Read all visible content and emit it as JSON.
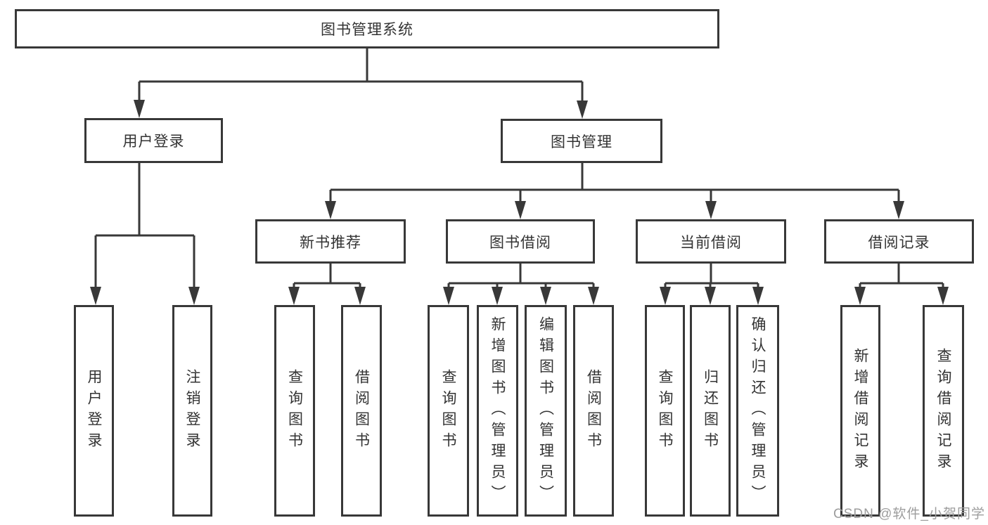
{
  "colors": {
    "line": "#383838",
    "text": "#333333",
    "box_background": "#ffffff",
    "watermark": "#9d9d9d"
  },
  "watermark": "CSDN @软件_小贺同学",
  "tree": {
    "label": "图书管理系统",
    "children": [
      {
        "label": "用户登录",
        "children": [
          {
            "label": "用户登录"
          },
          {
            "label": "注销登录"
          }
        ]
      },
      {
        "label": "图书管理",
        "children": [
          {
            "label": "新书推荐",
            "children": [
              {
                "label": "查询图书"
              },
              {
                "label": "借阅图书"
              }
            ]
          },
          {
            "label": "图书借阅",
            "children": [
              {
                "label": "查询图书"
              },
              {
                "label": "新增图书（管理员）"
              },
              {
                "label": "编辑图书（管理员）"
              },
              {
                "label": "借阅图书"
              }
            ]
          },
          {
            "label": "当前借阅",
            "children": [
              {
                "label": "查询图书"
              },
              {
                "label": "归还图书"
              },
              {
                "label": "确认归还（管理员）"
              }
            ]
          },
          {
            "label": "借阅记录",
            "children": [
              {
                "label": "新增借阅记录"
              },
              {
                "label": "查询借阅记录"
              }
            ]
          }
        ]
      }
    ]
  }
}
